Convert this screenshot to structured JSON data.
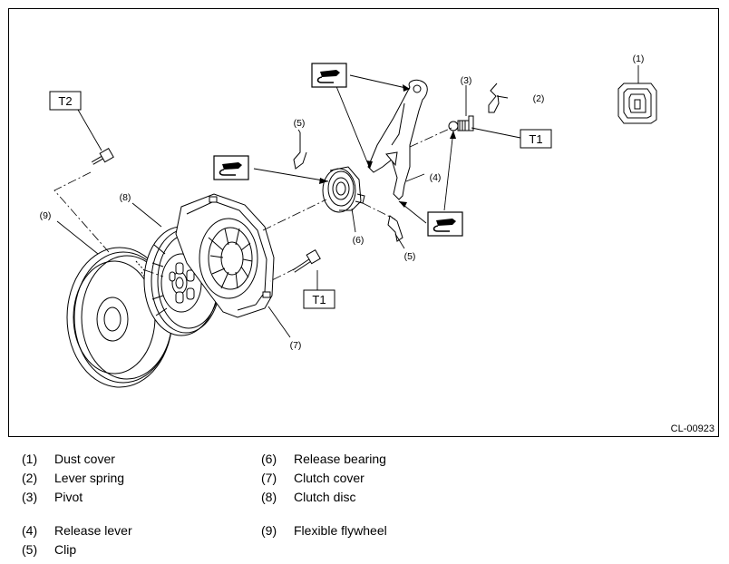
{
  "figure_code": "CL-00923",
  "callouts": {
    "c1": "(1)",
    "c2": "(2)",
    "c3": "(3)",
    "c4": "(4)",
    "c5a": "(5)",
    "c5b": "(5)",
    "c6": "(6)",
    "c7": "(7)",
    "c8": "(8)",
    "c9": "(9)"
  },
  "torque_labels": {
    "t2": "T2",
    "t1_right": "T1",
    "t1_lower": "T1"
  },
  "legend": [
    {
      "num": "(1)",
      "label": "Dust cover"
    },
    {
      "num": "(2)",
      "label": "Lever spring"
    },
    {
      "num": "(3)",
      "label": "Pivot"
    },
    {
      "num": "(4)",
      "label": "Release lever"
    },
    {
      "num": "(5)",
      "label": "Clip"
    },
    {
      "num": "(6)",
      "label": "Release bearing"
    },
    {
      "num": "(7)",
      "label": "Clutch cover"
    },
    {
      "num": "(8)",
      "label": "Clutch disc"
    },
    {
      "num": "(9)",
      "label": "Flexible flywheel"
    }
  ],
  "icons": [
    "grease-icon",
    "grease-icon",
    "grease-icon"
  ]
}
